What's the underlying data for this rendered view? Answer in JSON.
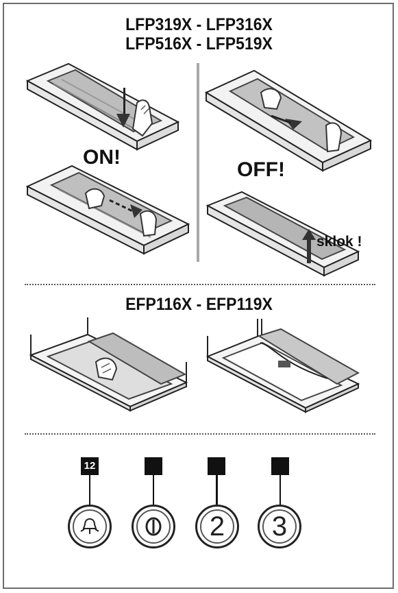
{
  "titles": {
    "top_line1": "LFP319X - LFP316X",
    "top_line2": "LFP516X - LFP519X",
    "middle": "EFP116X - EFP119X"
  },
  "labels": {
    "on": "ON!",
    "off": "OFF!",
    "sklok": "sklok !"
  },
  "controls": [
    {
      "indicator": "12",
      "button_icon": "light-icon",
      "button_text": ""
    },
    {
      "indicator": "",
      "button_icon": "power-icon",
      "button_text": ""
    },
    {
      "indicator": "",
      "button_icon": "",
      "button_text": "2"
    },
    {
      "indicator": "",
      "button_icon": "",
      "button_text": "3"
    }
  ]
}
